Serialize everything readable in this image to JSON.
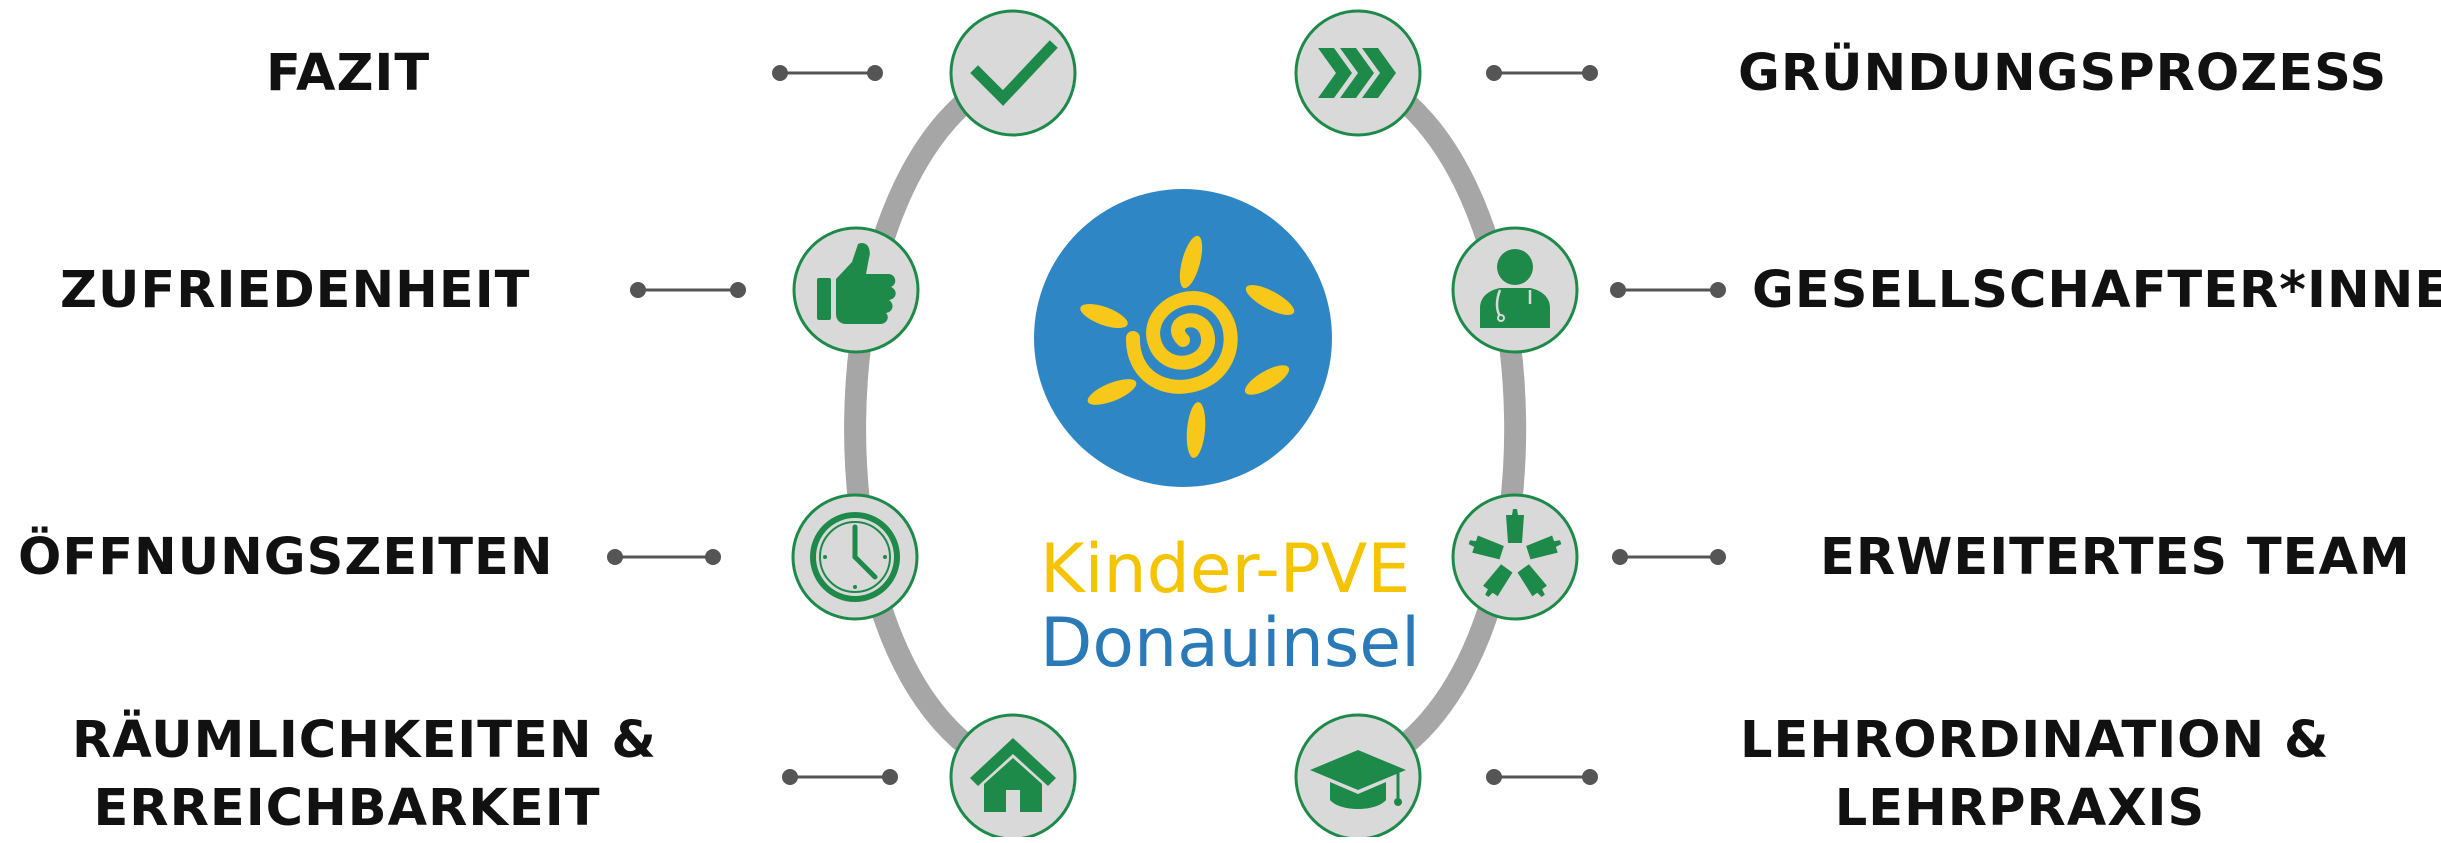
{
  "logo": {
    "line1": "Kinder-PVE",
    "line2": "Donauinsel",
    "line1_color": "#f5c400",
    "line2_color": "#2a7ab8",
    "sun_bg_color": "#2f86c4",
    "sun_color": "#f7c71a"
  },
  "colors": {
    "ring": "#a6a6a6",
    "node_fill": "#d9d9d9",
    "node_border": "#1e8a4a",
    "icon": "#1e8a4a",
    "connector": "#555555"
  },
  "left_items": [
    {
      "label": "FAZIT",
      "icon": "checkmark-icon"
    },
    {
      "label": "ZUFRIEDENHEIT",
      "icon": "thumbs-up-icon"
    },
    {
      "label": "ÖFFNUNGSZEITEN",
      "icon": "clock-icon"
    },
    {
      "label_line1": "RÄUMLICHKEITEN &",
      "label_line2": "ERREICHBARKEIT",
      "icon": "home-icon"
    }
  ],
  "right_items": [
    {
      "label": "GRÜNDUNGSPROZESS",
      "icon": "chevrons-icon"
    },
    {
      "label": "GESELLSCHAFTER*INNEN",
      "icon": "doctor-icon"
    },
    {
      "label": "ERWEITERTES TEAM",
      "icon": "team-hands-icon"
    },
    {
      "label_line1": "LEHRORDINATION &",
      "label_line2": "LEHRPRAXIS",
      "icon": "graduation-cap-icon"
    }
  ]
}
